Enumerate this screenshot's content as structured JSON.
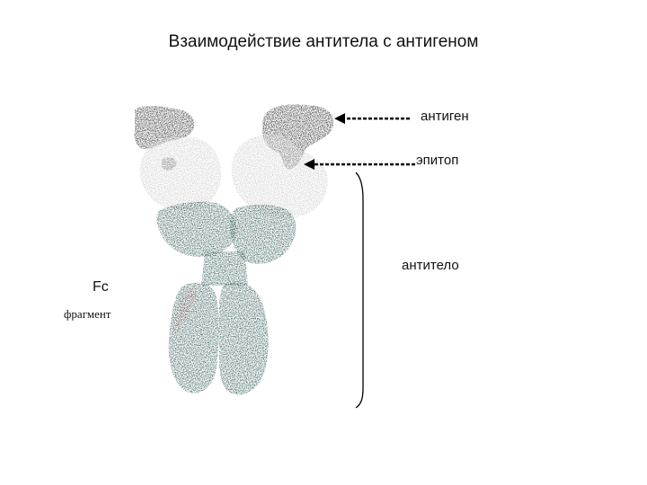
{
  "title": "Взаимодействие антитела с антигеном",
  "labels": {
    "antigen": "антиген",
    "epitope": "эпитоп",
    "antibody": "антитело",
    "fc": "Fc",
    "fragment": "фрагмент"
  },
  "colors": {
    "antigen": "#1a1a1a",
    "fab_light": "#c8c8c8",
    "chain_dark": "#1f4a48",
    "arrow": "#000000"
  }
}
